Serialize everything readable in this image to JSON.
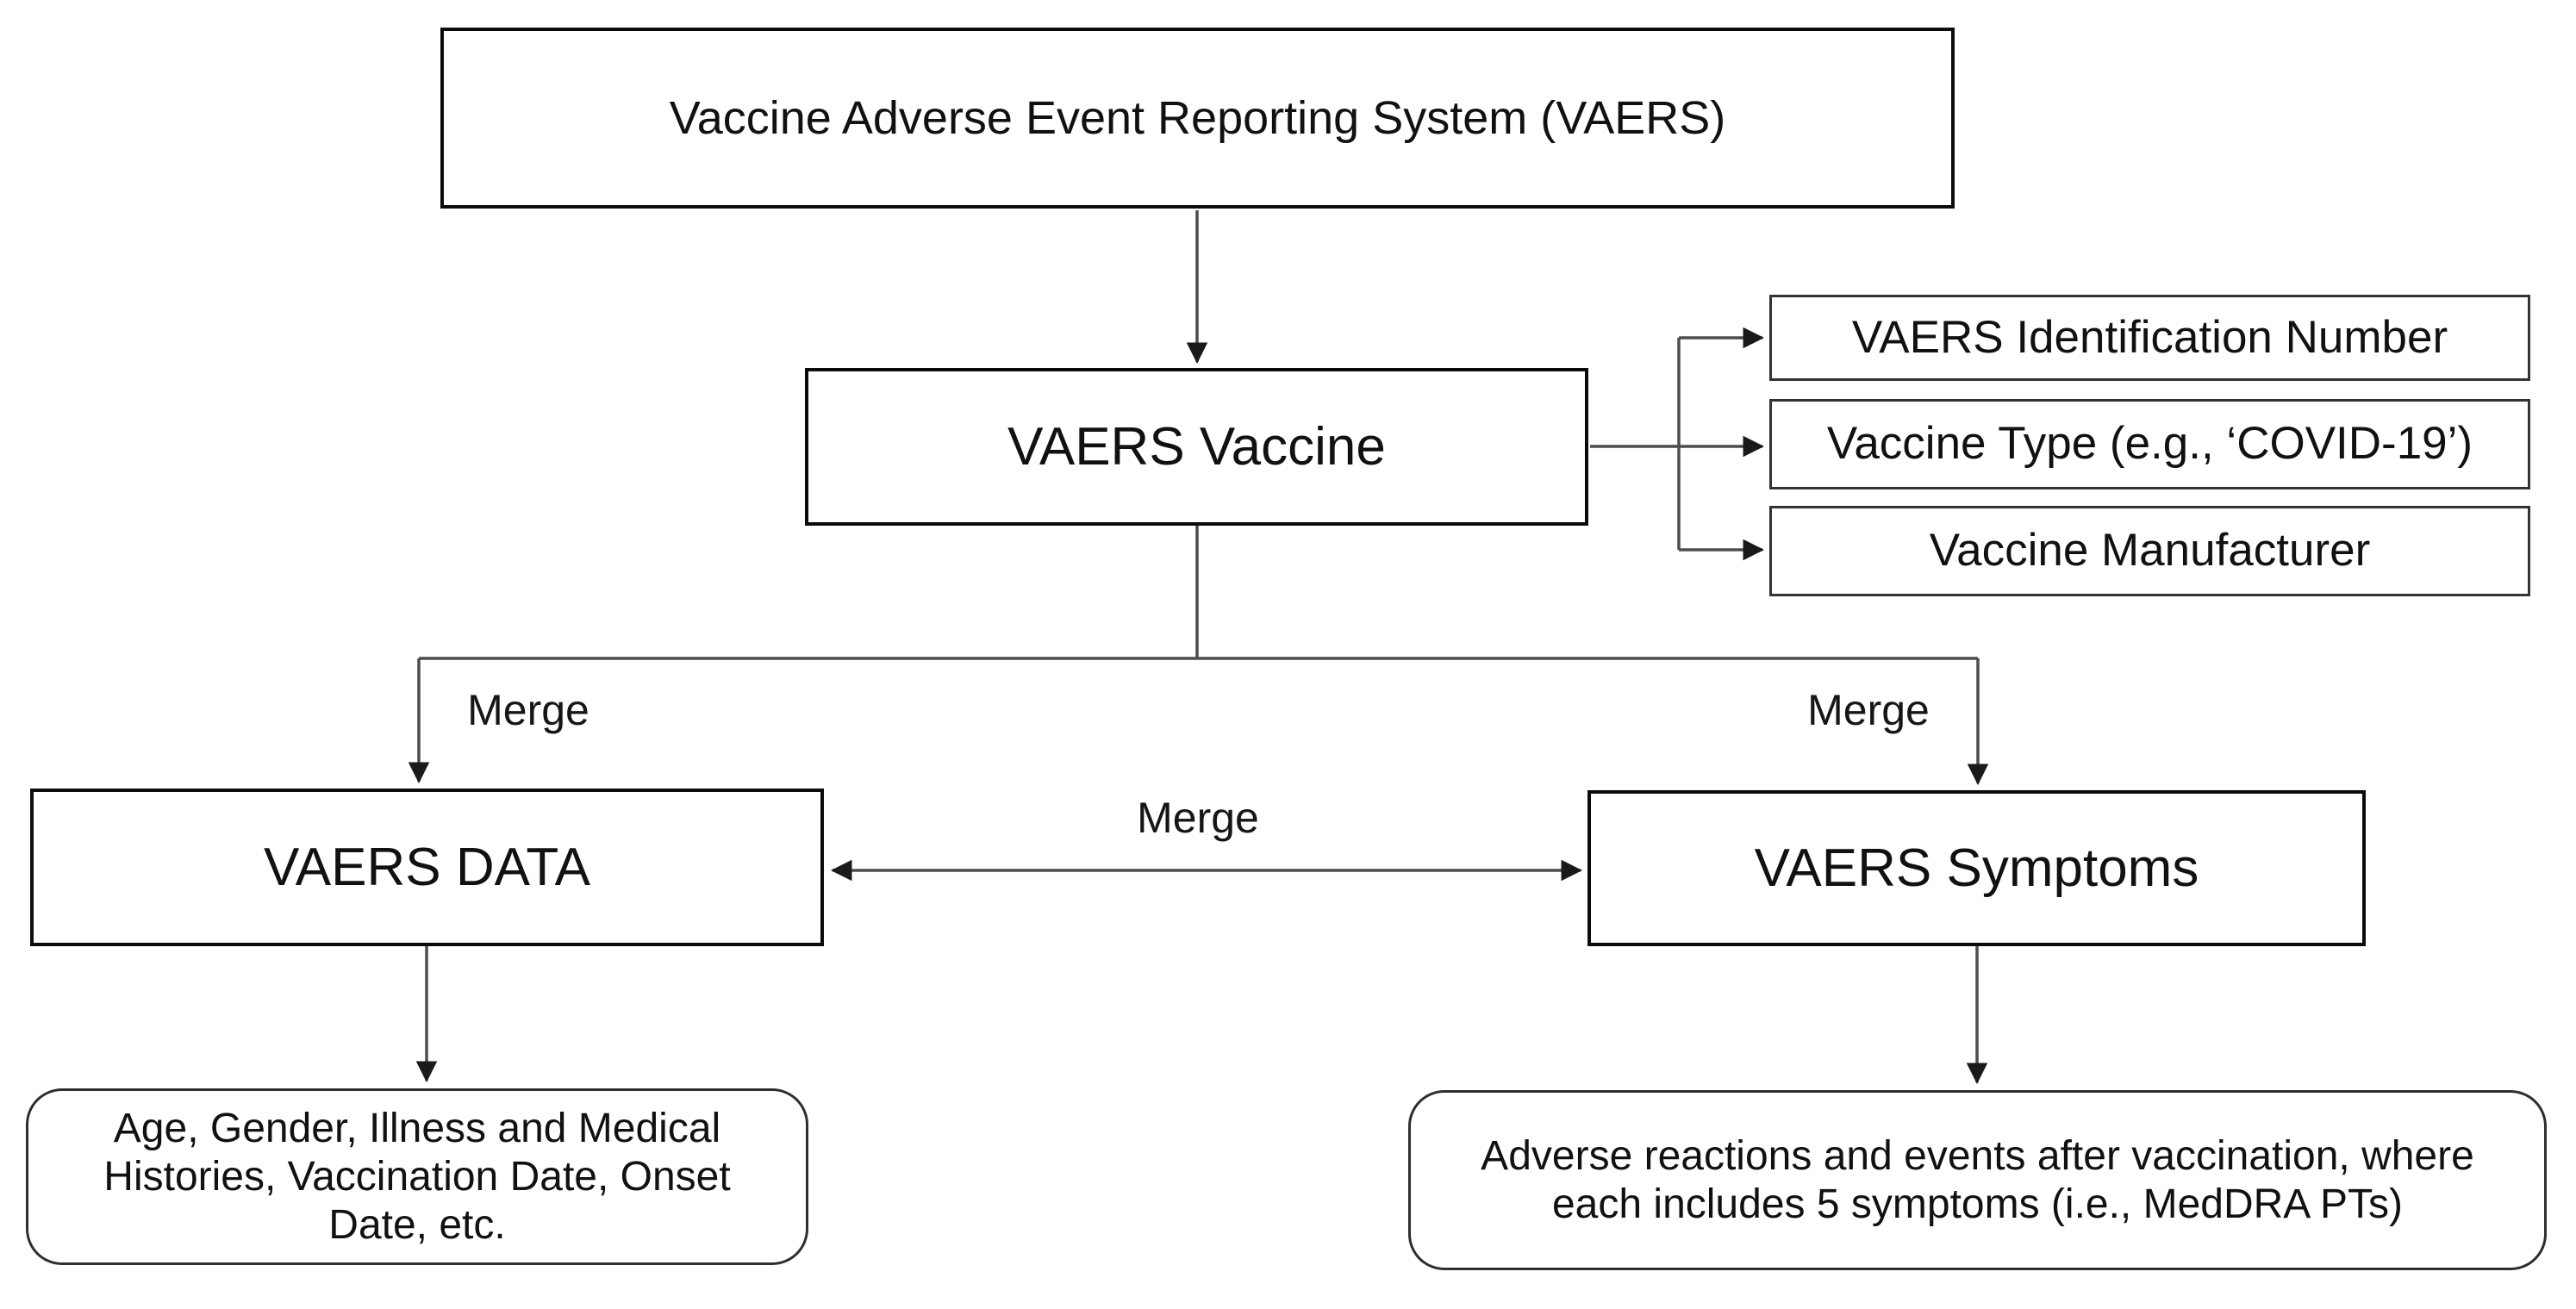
{
  "diagram": {
    "background": "#ffffff",
    "colors": {
      "box_border": "#0b0b0b",
      "thin_border": "#333333",
      "connector": "#4d4d4d",
      "arrowhead": "#1a1a1a",
      "text": "#111111"
    },
    "nodes": {
      "vaers_system": {
        "label": "Vaccine Adverse Event Reporting System (VAERS)"
      },
      "vaers_vaccine": {
        "label": "VAERS Vaccine"
      },
      "vaers_id": {
        "label": "VAERS Identification Number"
      },
      "vaccine_type": {
        "label": "Vaccine Type (e.g., ‘COVID-19’)"
      },
      "vaccine_manufacturer": {
        "label": "Vaccine Manufacturer"
      },
      "vaers_data": {
        "label": "VAERS DATA"
      },
      "vaers_symptoms": {
        "label": "VAERS Symptoms"
      },
      "data_details": {
        "lines": [
          "Age, Gender, Illness and Medical",
          "Histories, Vaccination Date, Onset",
          "Date, etc."
        ]
      },
      "symptoms_details": {
        "lines": [
          "Adverse reactions and events after vaccination, where",
          "each includes 5 symptoms (i.e., MedDRA PTs)"
        ]
      }
    },
    "edge_labels": {
      "merge_left": "Merge",
      "merge_center": "Merge",
      "merge_right": "Merge"
    }
  }
}
